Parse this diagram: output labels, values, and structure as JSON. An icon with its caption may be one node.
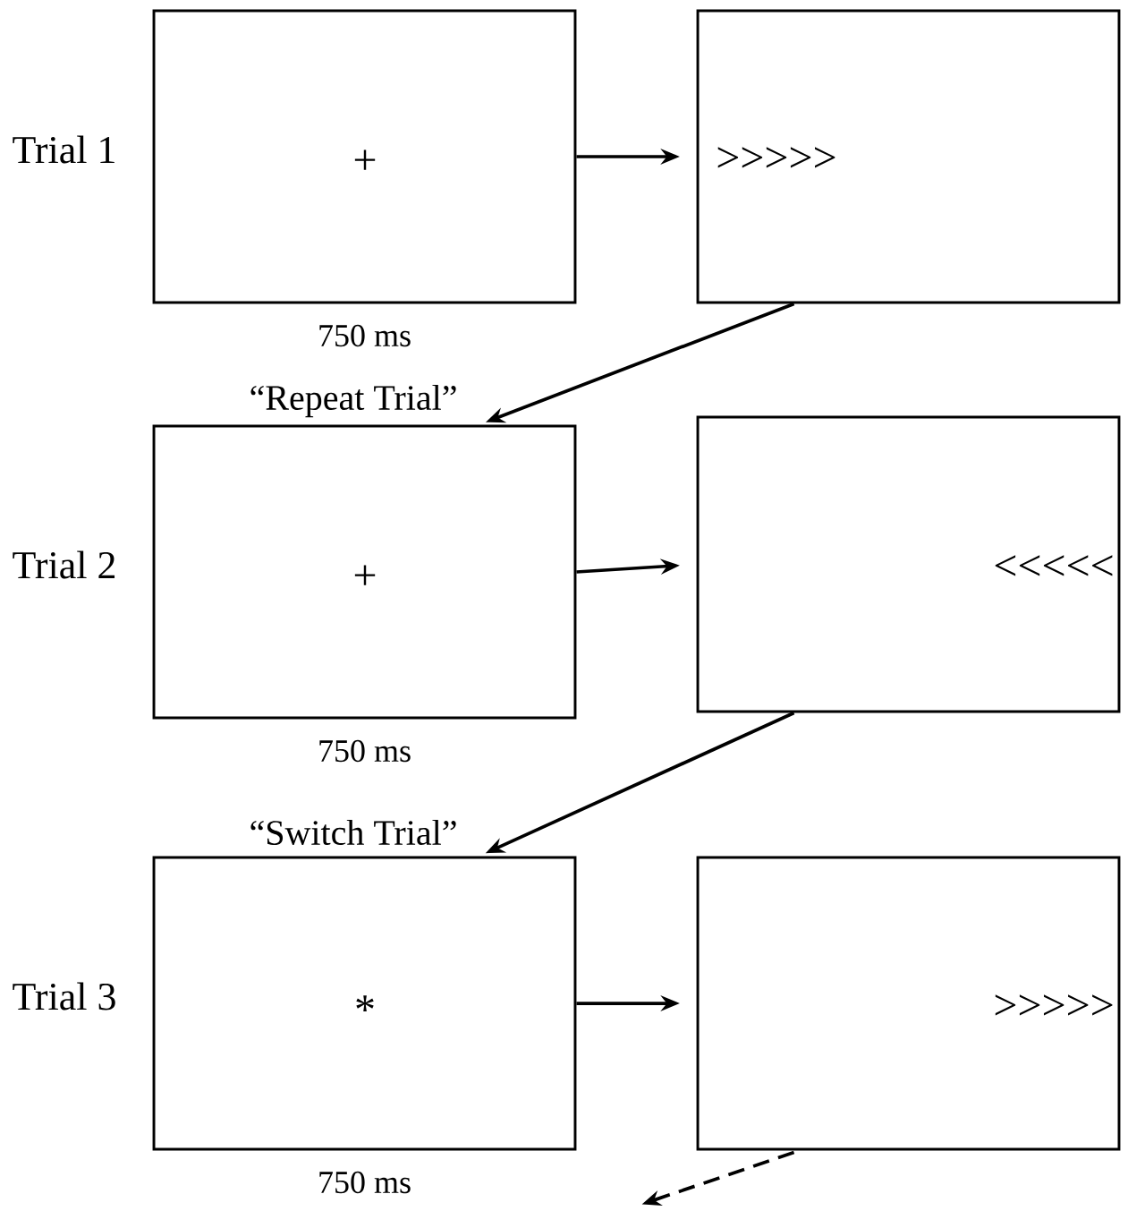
{
  "diagram": {
    "nodes": [
      {
        "text": [
          "+"
        ],
        "beside": [
          "Trial 1",
          "750 ms"
        ]
      },
      {
        "text": [
          ">>>>>"
        ]
      },
      {
        "text": [
          "+"
        ],
        "beside": [
          "“Repeat Trial”",
          "Trial 2",
          "750 ms"
        ]
      },
      {
        "text": [
          "<<<<<"
        ]
      },
      {
        "text": [
          "*"
        ],
        "beside": [
          "“Switch Trial”",
          "Trial 3",
          "750 ms"
        ]
      },
      {
        "text": [
          ">>>>>"
        ]
      }
    ],
    "edges": [
      {
        "from": 0,
        "to": 1,
        "arrow": "to"
      },
      {
        "from": 1,
        "to": 2,
        "arrow": "to"
      },
      {
        "from": 2,
        "to": 3,
        "arrow": "to"
      },
      {
        "from": 3,
        "to": 4,
        "arrow": "to"
      },
      {
        "from": 4,
        "to": 5,
        "arrow": "to"
      },
      {
        "from": 5,
        "to": null,
        "arrow": "to",
        "style": "dashed"
      }
    ]
  }
}
